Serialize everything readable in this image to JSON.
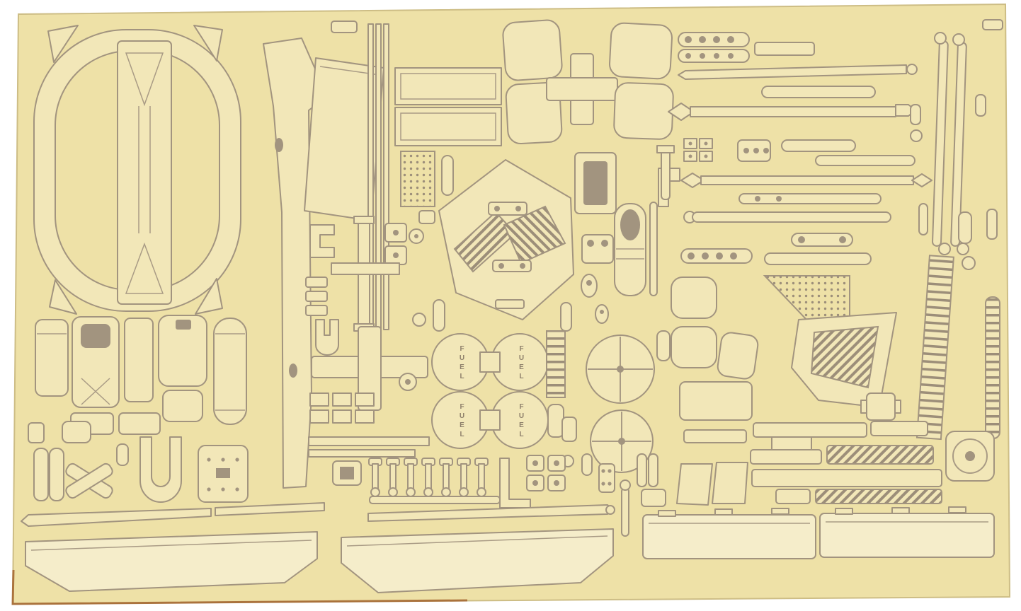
{
  "scene": {
    "type": "product-photo",
    "subject": "photo-etched metal detail parts sheet for a scale model kit",
    "labels": {
      "fuel_cap": "FUEL"
    },
    "colors": {
      "background": "#ffffff",
      "sheet": "#eee1a7",
      "part_fill": "#f2e7b8",
      "etch": "#a2947f",
      "edge_brown": "#a2642e"
    }
  }
}
